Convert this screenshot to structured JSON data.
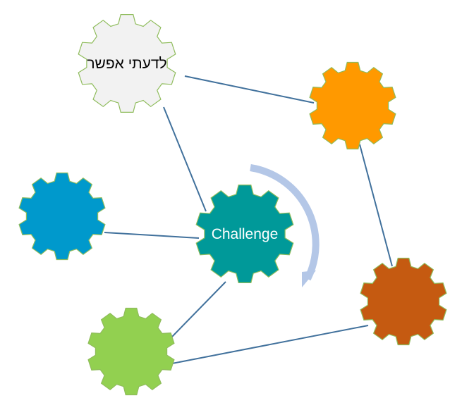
{
  "diagram": {
    "gears": [
      {
        "id": "top",
        "label": "לדעתי אפשר",
        "fill": "#f2f2f2",
        "stroke": "#8fbc5c",
        "text_color": "#000000"
      },
      {
        "id": "orange",
        "label": "",
        "fill": "#ff9900",
        "stroke": "#8fbc5c"
      },
      {
        "id": "blue",
        "label": "",
        "fill": "#0099cc",
        "stroke": "#8fbc5c"
      },
      {
        "id": "center",
        "label": "Challenge",
        "fill": "#009999",
        "stroke": "#8fbc5c",
        "text_color": "#ffffff"
      },
      {
        "id": "brown",
        "label": "",
        "fill": "#c55a11",
        "stroke": "#8fbc5c"
      },
      {
        "id": "green",
        "label": "",
        "fill": "#92d050",
        "stroke": "#8fbc5c"
      }
    ],
    "connections": [
      [
        "top",
        "orange"
      ],
      [
        "top",
        "center"
      ],
      [
        "orange",
        "brown"
      ],
      [
        "blue",
        "center"
      ],
      [
        "center",
        "green"
      ],
      [
        "green",
        "brown"
      ]
    ],
    "line_color": "#41719c",
    "arrow_color": "#b4c7e7"
  }
}
